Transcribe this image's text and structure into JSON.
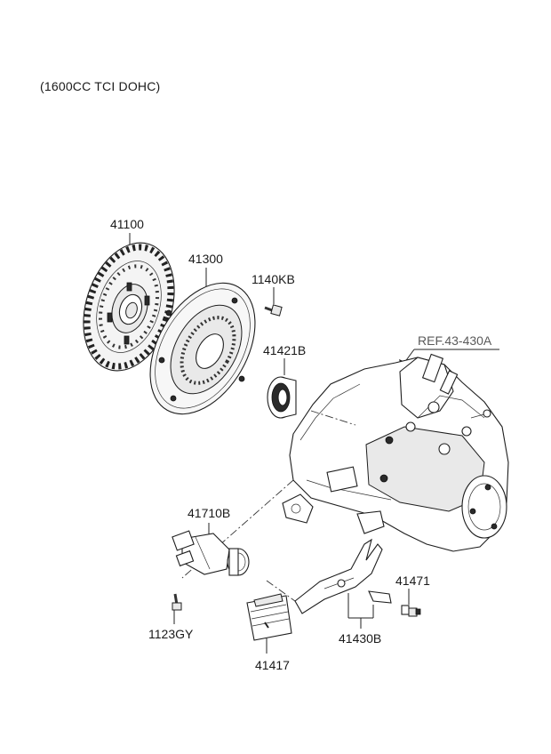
{
  "title": "(1600CC TCI DOHC)",
  "callouts": {
    "p41100": "41100",
    "p41300": "41300",
    "p1140KB": "1140KB",
    "p41421B": "41421B",
    "ref": "REF.43-430A",
    "p41710B": "41710B",
    "p41471": "41471",
    "p1123GY": "1123GY",
    "p41430B": "41430B",
    "p41417": "41417"
  }
}
